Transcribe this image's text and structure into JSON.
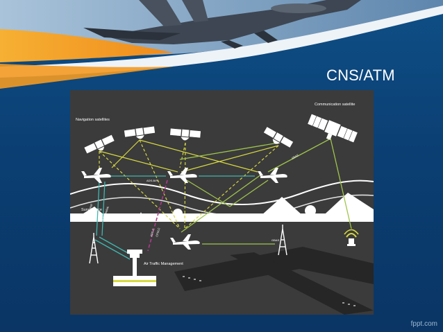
{
  "slide": {
    "title": "CNS/ATM",
    "watermark": "fppt.com"
  },
  "diagram": {
    "labels": {
      "navigation_satellites": "Navigation satellites",
      "communication_satellite": "Communication satellite",
      "surveillance": "Surveillance",
      "air_traffic_management": "Air Traffic Management",
      "ads_b": "ADS-B/R",
      "ads_c": "ADS-C",
      "vhf": "VHF",
      "vhf_datalink": "VHF datalink",
      "cpdlc": "CPDLC",
      "gbas": "GBAS",
      "sbas": "SBAS"
    },
    "colors": {
      "background": "#3b3b3b",
      "nav_link": "#d7d93f",
      "comm_link": "#9fc54a",
      "ads_link": "#3fb7b0",
      "datalink": "#b03a8a"
    }
  }
}
